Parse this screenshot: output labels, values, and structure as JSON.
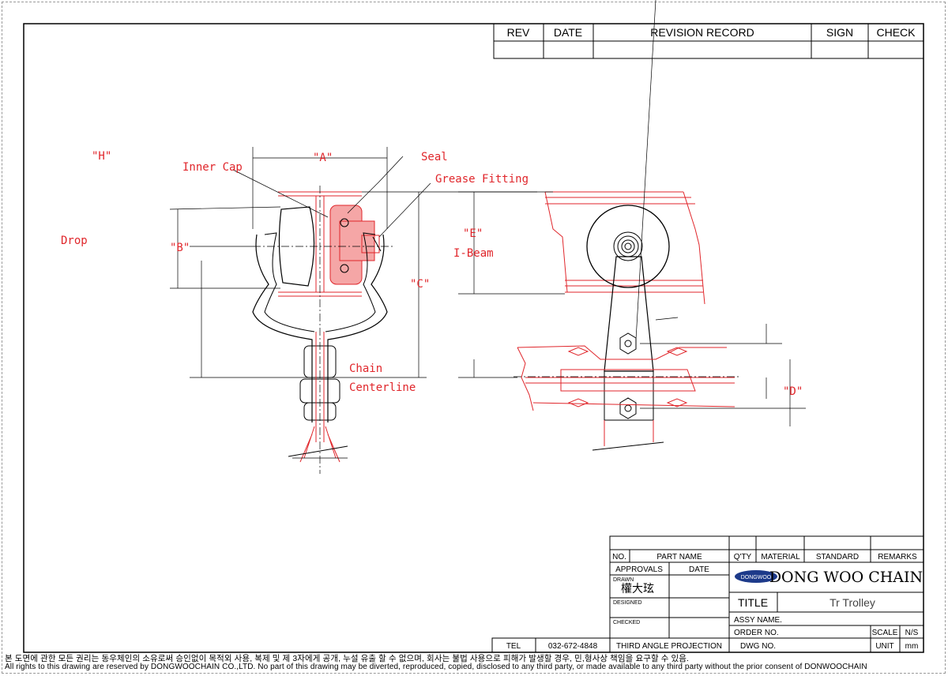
{
  "revision_header": {
    "rev": "REV",
    "date": "DATE",
    "record": "REVISION RECORD",
    "sign": "SIGN",
    "check": "CHECK"
  },
  "labels": {
    "h": "\"H\"",
    "drop": "Drop",
    "inner_cap": "Inner Cap",
    "a": "\"A\"",
    "seal": "Seal",
    "grease_fitting": "Grease Fitting",
    "b": "\"B\"",
    "e": "\"E\"",
    "ibeam": "I-Beam",
    "c": "\"C\"",
    "chain": "Chain",
    "centerline": "Centerline",
    "d": "\"D\""
  },
  "parts_header": {
    "no": "NO.",
    "part_name": "PART NAME",
    "qty": "Q'TY",
    "material": "MATERIAL",
    "standard": "STANDARD",
    "remarks": "REMARKS"
  },
  "title_block": {
    "approvals": "APPROVALS",
    "date": "DATE",
    "drawn": "DRAWN",
    "drawn_name": "權大玹",
    "designed": "DESIGNED",
    "checked": "CHECKED",
    "logo_badge": "DONGWOO",
    "company": "DONG WOO CHAIN",
    "title_label": "TITLE",
    "title_value": "Tr Trolley",
    "assy_name": "ASSY NAME.",
    "order_no": "ORDER NO.",
    "scale": "SCALE",
    "scale_value": "N/S",
    "dwg_no": "DWG NO.",
    "unit": "UNIT",
    "unit_value": "mm",
    "tel": "TEL",
    "tel_value": "032-672-4848",
    "projection": "THIRD ANGLE PROJECTION"
  },
  "footer": {
    "korean": "본 도면에 관한 모든 권리는 동우체인의 소유로써 승인없이 목적외 사용, 복제 및 제 3자에게 공개, 누설 유출 할 수 없으며, 회사는 불법 사용으로 피해가 발생할 경우, 민,형사상 책임을 요구할 수 있음.",
    "english": "All rights to this drawing are reserved by DONGWOOCHAIN CO.,LTD. No part of this drawing may be diverted, reproduced, copied, disclosed to any third party, or made available to any third party without the prior consent of DONWOOCHAIN"
  },
  "colors": {
    "annotation_red": "#e0262b",
    "logo_blue": "#1d3a8a",
    "line_black": "#000000"
  }
}
